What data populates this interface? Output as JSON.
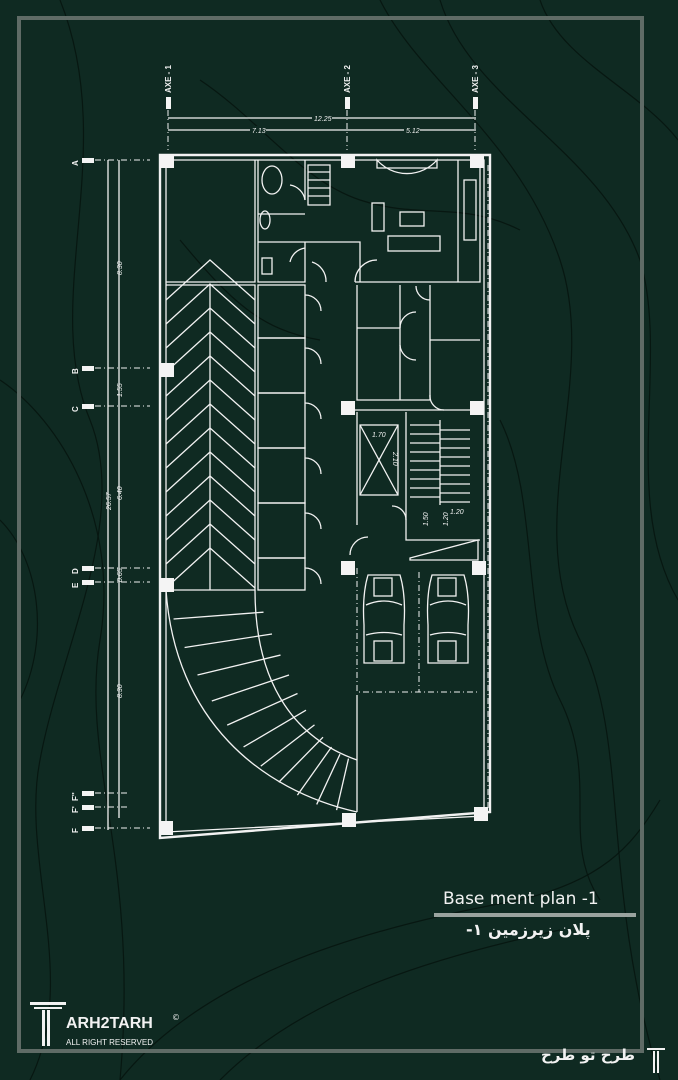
{
  "axes": {
    "columns": [
      "AXE - 1",
      "AXE - 2",
      "AXE - 3"
    ],
    "rows": [
      "A",
      "B",
      "C",
      "D",
      "E",
      "F''",
      "F'",
      "F"
    ]
  },
  "dimensions": {
    "top_total": "12.25",
    "top_left": "7.13",
    "top_right": "5.12",
    "left_total": "26.57",
    "left_segments": [
      "8.30",
      "1.55",
      "6.40",
      "0.65",
      "8.30"
    ],
    "elevator_width": "1.70",
    "elevator_depth": "2.10",
    "stair_width": "1.20",
    "stair_a": "1.50",
    "stair_b": "1.20"
  },
  "title": {
    "english": "Base ment plan -1",
    "persian": "پلان زیرزمین ۱-"
  },
  "logo": {
    "name": "ARH2TARH",
    "tagline": "ALL RIGHT RESERVED",
    "copyright": "©",
    "persian_brand": "طرح تو طرح"
  },
  "colors": {
    "background": "#0f2a22",
    "lines": "#f2f2f2",
    "frame": "#5f6b66"
  }
}
